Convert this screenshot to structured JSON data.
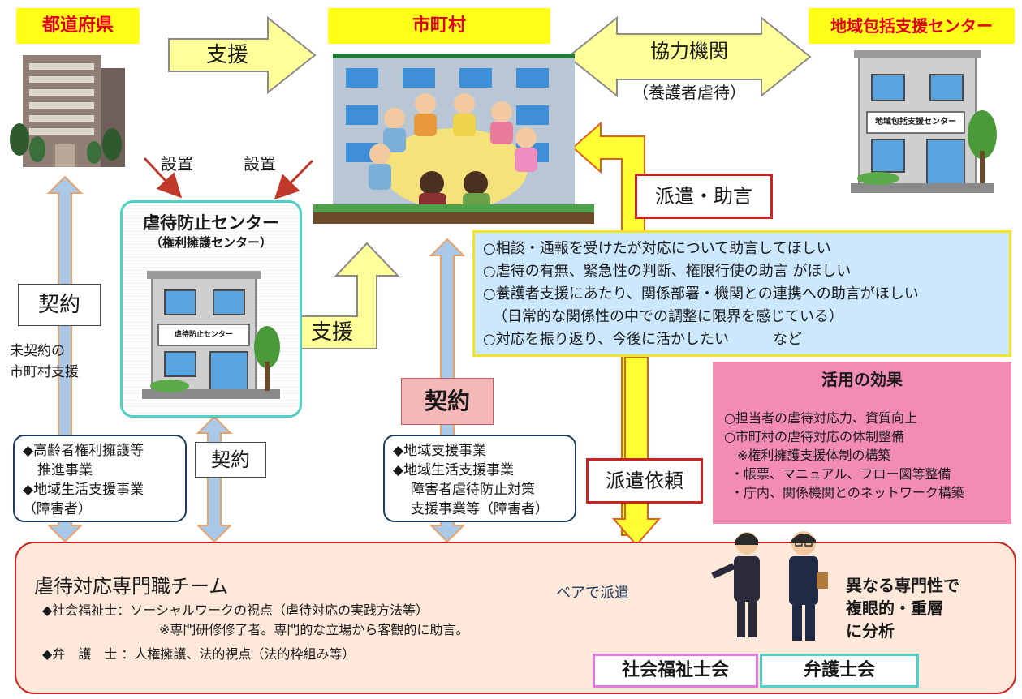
{
  "orgs": {
    "prefecture": "都道府県",
    "municipality": "市町村",
    "regional_center": "地域包括支援センター",
    "regional_center_sign": "地域包括支援センター"
  },
  "arrows": {
    "support_top": "支援",
    "cooperation": "協力機関",
    "cooperation_sub": "（養護者虐待）",
    "establish_1": "設置",
    "establish_2": "設置",
    "dispatch_advice": "派遣・助言",
    "support_center": "支援",
    "contract_left": "契約",
    "contract_center": "契約",
    "contract_right": "契約",
    "dispatch_request": "派遣依頼",
    "pair_dispatch": "ペアで派遣"
  },
  "left_note": [
    "未契約の",
    "市町村支援"
  ],
  "abuse_center": {
    "title": "虐待防止センター",
    "subtitle": "（権利擁護センター）",
    "sign": "虐待防止センター"
  },
  "advice_needs": [
    "○相談・通報を受けたが対応について助言してほしい",
    "○虐待の有無、緊急性の判断、権限行使の助言 がほしい",
    "○養護者支援にあたり、関係部署・機関との連携への助言がほしい",
    "（日常的な関係性の中での調整に限界を感じている）",
    "○対応を振り返り、今後に活かしたい　　　など"
  ],
  "effects": {
    "title": "活用の効果",
    "items": [
      "○担当者の虐待対応力、資質向上",
      "○市町村の虐待対応の体制整備",
      "※権利擁護支援体制の構築",
      "・帳票、マニュアル、フロー図等整備",
      "・庁内、関係機関とのネットワーク構築"
    ]
  },
  "left_projects": [
    "◆高齢者権利擁護等",
    "推進事業",
    "◆地域生活支援事業",
    "（障害者）"
  ],
  "right_projects": [
    "◆地域支援事業",
    "◆地域生活支援事業",
    "障害者虐待防止対策",
    "支援事業等（障害者）"
  ],
  "team": {
    "title": "虐待対応専門職チーム",
    "social_worker": "◆社会福祉士：ソーシャルワークの視点（虐待対応の実践方法等）",
    "social_worker_note": "※専門研修修了者。専門的な立場から客観的に助言。",
    "lawyer": "◆弁　護　士 ：人権擁護、法的視点（法的枠組み等）",
    "analysis": [
      "異なる専門性で",
      "複眼的・重層",
      "に分析"
    ],
    "association_sw": "社会福祉士会",
    "association_lawyer": "弁護士会"
  },
  "colors": {
    "label_yellow": "#ffff1a",
    "label_red": "#e0001a",
    "arrow_yellow": "#ffff99",
    "advice_box": "#cce8ff",
    "effects_box": "#f28cb5",
    "team_box": "#fde8da",
    "team_border": "#cc2222",
    "vertical_arrow": "#aac8e8"
  }
}
